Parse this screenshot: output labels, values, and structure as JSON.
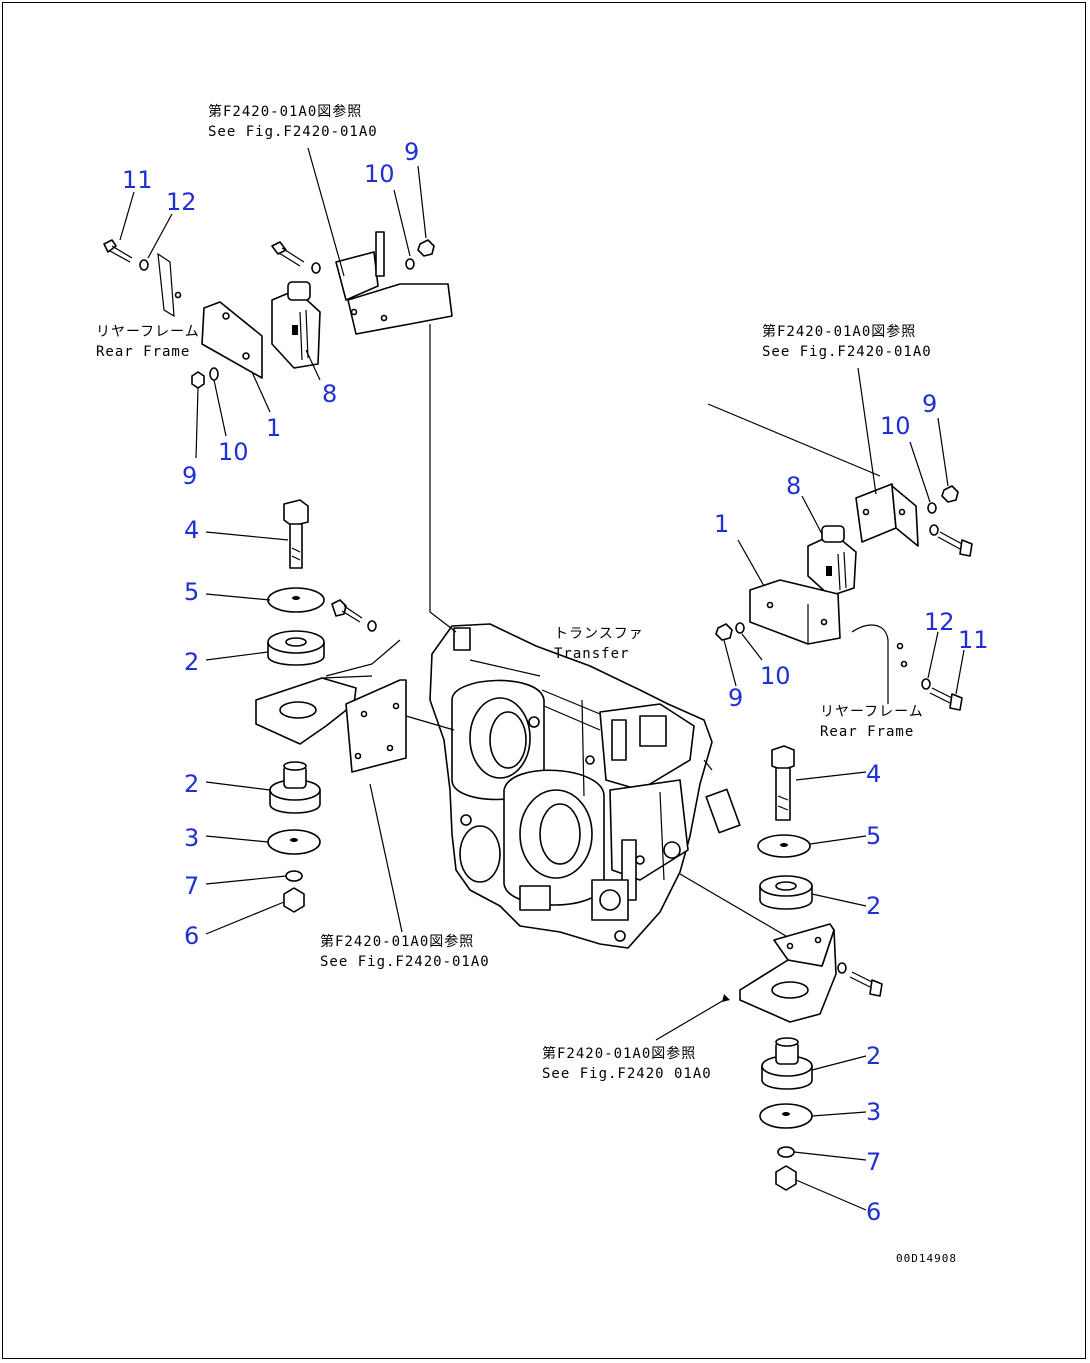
{
  "callouts": {
    "tl_11": "11",
    "tl_12": "12",
    "tl_10_top": "10",
    "tl_9_top": "9",
    "tl_8": "8",
    "tl_1": "1",
    "tl_9_bot": "9",
    "tl_10_bot": "10",
    "l_4": "4",
    "l_5": "5",
    "l_2a": "2",
    "l_2b": "2",
    "l_3": "3",
    "l_7": "7",
    "l_6": "6",
    "r_9_top": "9",
    "r_10_top": "10",
    "r_8": "8",
    "r_1": "1",
    "r_12": "12",
    "r_11": "11",
    "r_10_bot": "10",
    "r_9_bot": "9",
    "r_4": "4",
    "r_5": "5",
    "r_2a": "2",
    "r_2b": "2",
    "r_3": "3",
    "r_7": "7",
    "r_6": "6"
  },
  "notes": {
    "top_ref_jp": "第F2420-01A0図参照",
    "top_ref_en": "See Fig.F2420-01A0",
    "right_ref_jp": "第F2420-01A0図参照",
    "right_ref_en": "See Fig.F2420-01A0",
    "center_ref_jp": "第F2420-01A0図参照",
    "center_ref_en": "See Fig.F2420-01A0",
    "bottom_ref_jp": "第F2420-01A0図参照",
    "bottom_ref_en": "See Fig.F2420 01A0",
    "rear_frame_left_jp": "リヤーフレーム",
    "rear_frame_left_en": "Rear Frame",
    "rear_frame_right_jp": "リヤーフレーム",
    "rear_frame_right_en": "Rear Frame",
    "transfer_jp": "トランスファ",
    "transfer_en": "Transfer"
  },
  "drawing_id": "00D14908"
}
